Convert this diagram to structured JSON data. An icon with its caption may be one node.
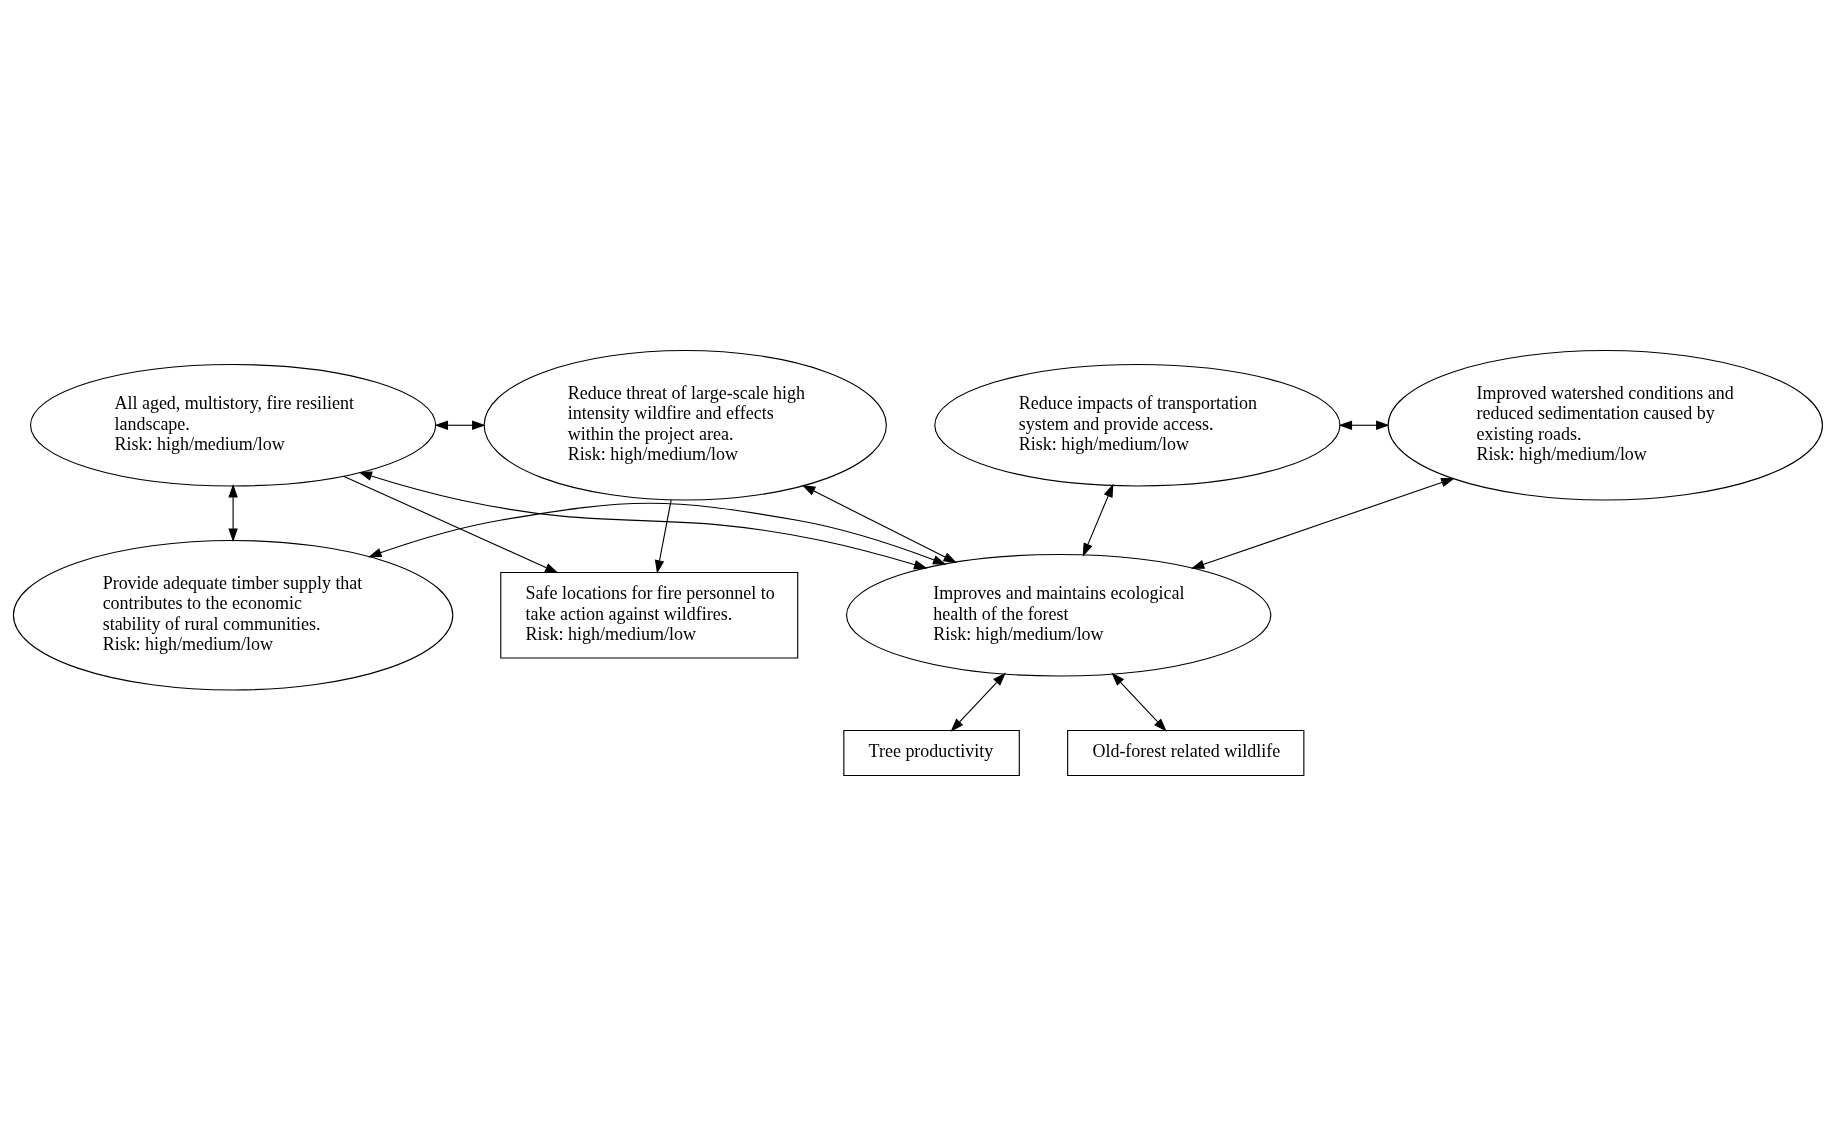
{
  "diagram": {
    "nodes": [
      {
        "text": [
          "All aged, multistory, fire resilient landscape.",
          "Risk: high/medium/low"
        ]
      },
      {
        "text": [
          "Reduce threat of large-scale high intensity wildfire and effects within the project area.",
          "Risk: high/medium/low"
        ]
      },
      {
        "text": [
          "Safe locations for fire personnel to take action against wildfires.",
          "Risk: high/medium/low"
        ]
      },
      {
        "text": [
          "Reduce impacts of transportation system and provide access.",
          "Risk: high/medium/low"
        ]
      },
      {
        "text": [
          "Improved watershed conditions and reduced sedimentation caused by existing roads.",
          "Risk: high/medium/low"
        ]
      },
      {
        "text": [
          "Provide adequate timber supply that contributes to the economic stability of rural communities.",
          "Risk: high/medium/low"
        ]
      },
      {
        "text": [
          "Improves and maintains ecological health of the forest",
          "Risk: high/medium/low"
        ]
      },
      {
        "text": [
          "Tree productivity"
        ]
      },
      {
        "text": [
          "Old-forest related wildlife"
        ]
      }
    ],
    "edges": [
      {
        "from": 0,
        "to": 1,
        "arrow": "both"
      },
      {
        "from": 0,
        "to": 2,
        "arrow": "to"
      },
      {
        "from": 1,
        "to": 2,
        "arrow": "to"
      },
      {
        "from": 0,
        "to": 6,
        "arrow": "both"
      },
      {
        "from": 0,
        "to": 5,
        "arrow": "both"
      },
      {
        "from": 1,
        "to": 6,
        "arrow": "both"
      },
      {
        "from": 3,
        "to": 4,
        "arrow": "both"
      },
      {
        "from": 3,
        "to": 6,
        "arrow": "both"
      },
      {
        "from": 4,
        "to": 6,
        "arrow": "both"
      },
      {
        "from": 5,
        "to": 6,
        "arrow": "both"
      },
      {
        "from": 6,
        "to": 7,
        "arrow": "both"
      },
      {
        "from": 6,
        "to": 8,
        "arrow": "both"
      }
    ]
  }
}
